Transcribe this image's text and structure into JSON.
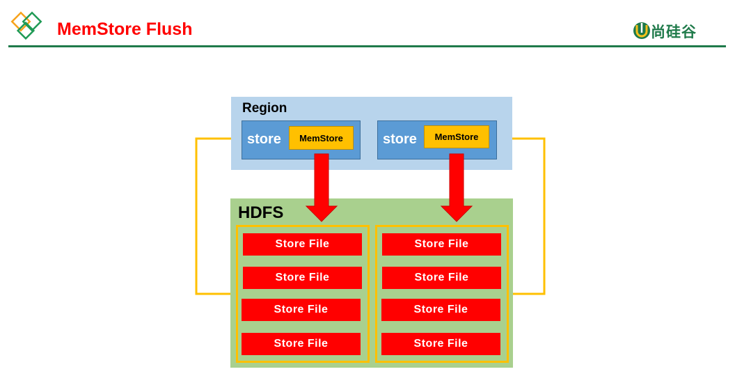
{
  "header": {
    "title": "MemStore Flush",
    "brand": "尚硅谷"
  },
  "region": {
    "label": "Region",
    "stores": [
      {
        "label": "store",
        "memstore": "MemStore"
      },
      {
        "label": "store",
        "memstore": "MemStore"
      }
    ]
  },
  "hdfs": {
    "label": "HDFS",
    "groups": [
      {
        "files": [
          "Store File",
          "Store File",
          "Store File",
          "Store File"
        ]
      },
      {
        "files": [
          "Store File",
          "Store File",
          "Store File",
          "Store File"
        ]
      }
    ]
  },
  "colors": {
    "title": "#ff0000",
    "rule": "#1f7a4a",
    "region_bg": "#b8d4ec",
    "store_bg": "#5b9bd5",
    "memstore_bg": "#ffc000",
    "hdfs_bg": "#a9d08e",
    "store_file_bg": "#ff0000",
    "connector": "#ffc000",
    "arrow": "#ff0000"
  }
}
